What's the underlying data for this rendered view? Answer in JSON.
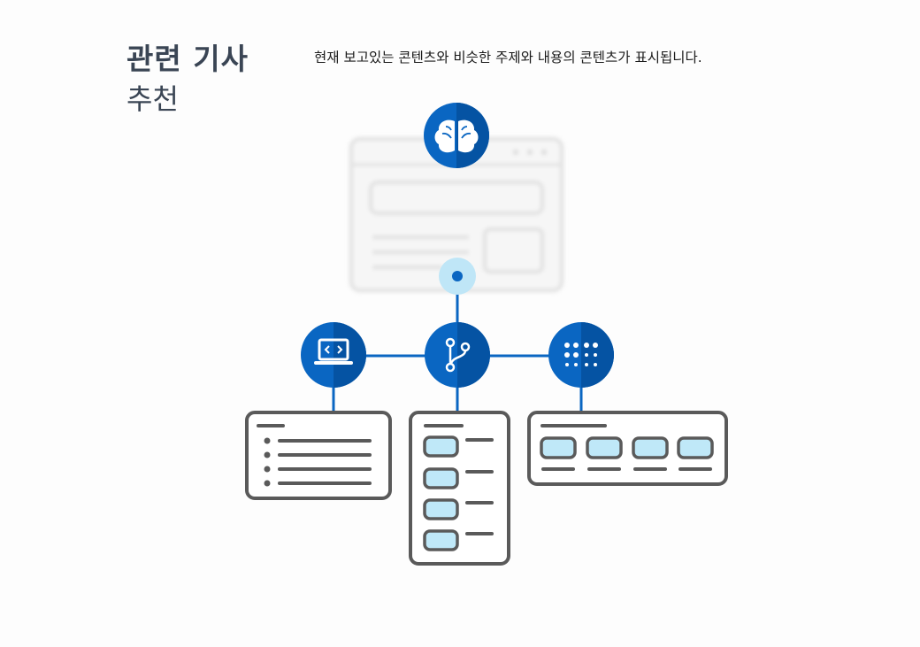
{
  "heading": {
    "line1": "관련 기사",
    "line2": "추천"
  },
  "description": "현재 보고있는 콘텐츠와 비슷한 주제와 내용의 콘텐츠가 표시됩니다.",
  "icons": {
    "top": "brain-icon",
    "left": "laptop-code-icon",
    "center": "git-branch-icon",
    "right": "dot-grid-icon"
  },
  "colors": {
    "primary_blue": "#0a66c2",
    "dark_blue": "#0553a3",
    "light_blue": "#bfe6f7",
    "pill_fill": "#bfe8f8",
    "outline_gray": "#5a5a5a",
    "faded_gray": "#e6e6e6"
  }
}
